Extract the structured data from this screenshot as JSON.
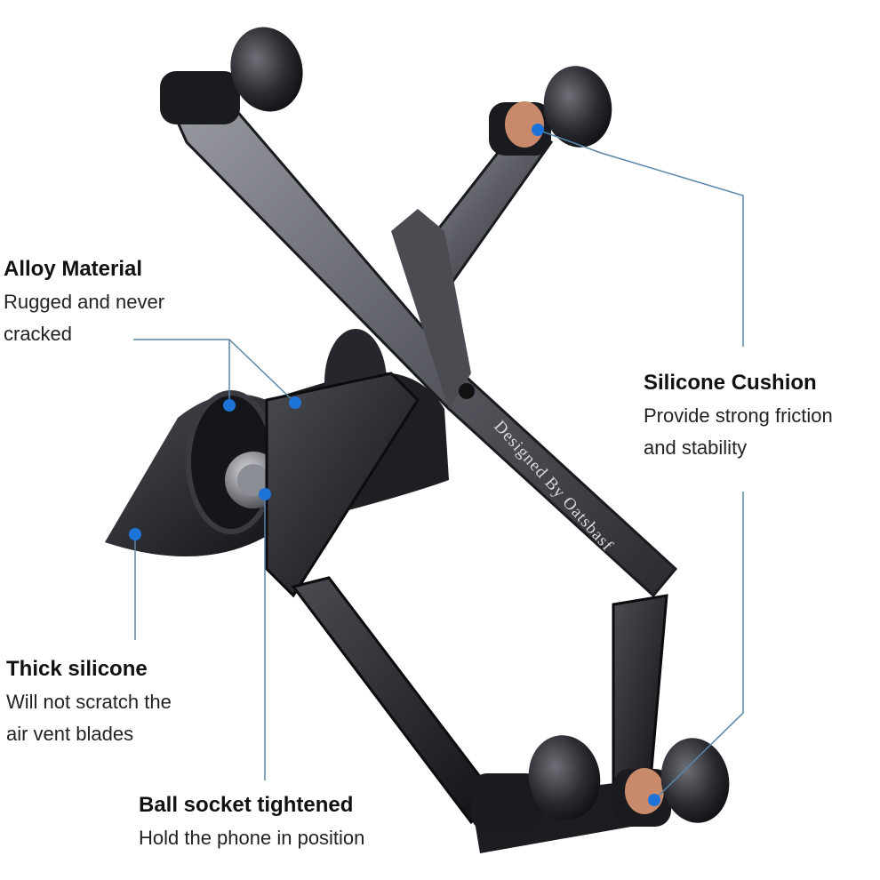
{
  "engraving": "Designed By Oatsbasf",
  "callouts": {
    "alloy": {
      "title": "Alloy Material",
      "desc_line1": "Rugged and never",
      "desc_line2": "cracked"
    },
    "cushion": {
      "title": "Silicone Cushion",
      "desc_line1": "Provide strong friction",
      "desc_line2": "and stability"
    },
    "thick": {
      "title": "Thick silicone",
      "desc_line1": "Will not scratch the",
      "desc_line2": "air vent blades"
    },
    "ball": {
      "title": "Ball socket tightened",
      "desc": "Hold the phone in position"
    }
  },
  "colors": {
    "leader_line": "#5a86a6",
    "dot": "#1e73d8",
    "metal_dark": "#1c1d21",
    "metal_mid": "#44464c",
    "metal_light": "#8f9298",
    "copper": "#c98a6c"
  }
}
